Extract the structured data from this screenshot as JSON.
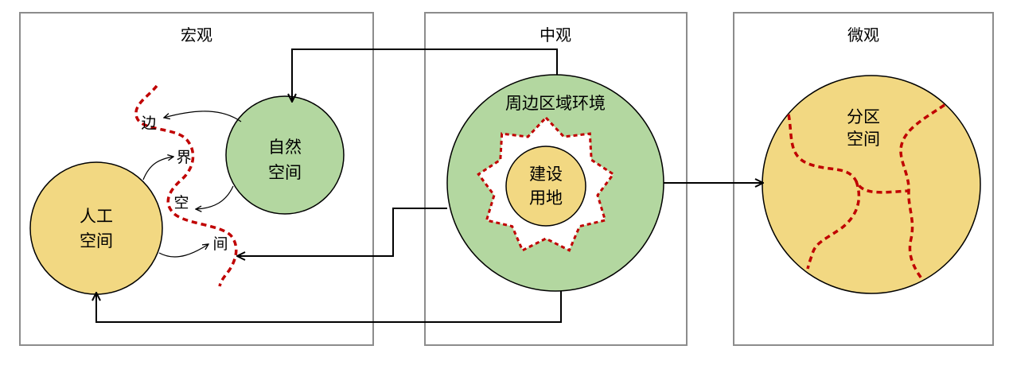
{
  "panels": {
    "macro": {
      "title": "宏观"
    },
    "meso": {
      "title": "中观"
    },
    "micro": {
      "title": "微观"
    }
  },
  "macro": {
    "natural_space": {
      "line1": "自然",
      "line2": "空间"
    },
    "artificial_space": {
      "line1": "人工",
      "line2": "空间"
    },
    "boundary_space": [
      "边",
      "界",
      "空",
      "间"
    ]
  },
  "meso": {
    "surrounding_area": "周边区域环境",
    "construction_land": {
      "line1": "建设",
      "line2": "用地"
    }
  },
  "micro": {
    "zoned_space": {
      "line1": "分区",
      "line2": "空间"
    }
  },
  "colors": {
    "green": "#b3d7a0",
    "yellow": "#f2d882",
    "panel_border": "#8c8c8c",
    "boundary_red": "#c00000"
  }
}
